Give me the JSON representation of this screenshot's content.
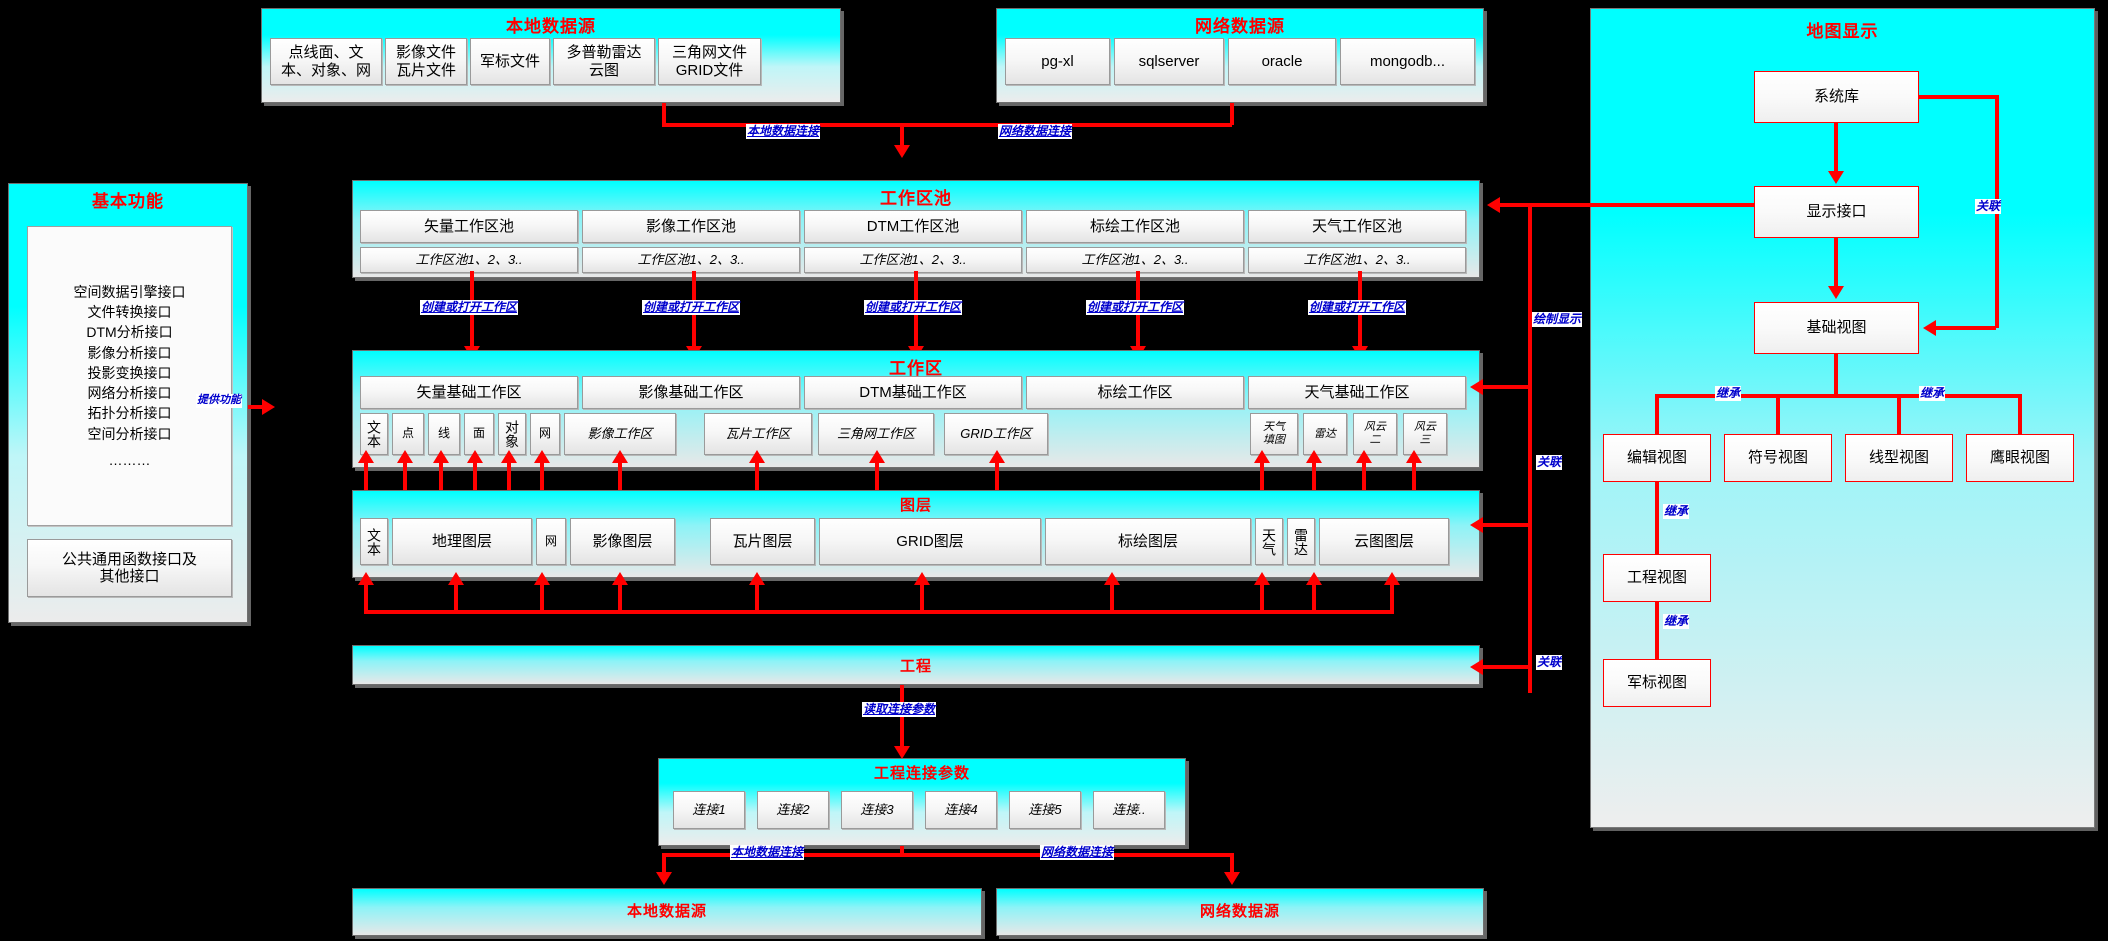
{
  "local_source_top": {
    "title": "本地数据源",
    "items": [
      "点线面、文\n本、对象、网",
      "影像文件\n瓦片文件",
      "军标文件",
      "多普勒雷达\n云图",
      "三角网文件\nGRID文件"
    ]
  },
  "net_source_top": {
    "title": "网络数据源",
    "items": [
      "pg-xl",
      "sqlserver",
      "oracle",
      "mongodb..."
    ]
  },
  "basic_functions": {
    "title": "基本功能",
    "interfaces": [
      "空间数据引擎接口",
      "文件转换接口",
      "DTM分析接口",
      "影像分析接口",
      "投影变换接口",
      "网络分析接口",
      "拓扑分析接口",
      "空间分析接口",
      "………"
    ],
    "common": "公共通用函数接口及\n其他接口"
  },
  "pool": {
    "title": "工作区池",
    "columns": [
      "矢量工作区池",
      "影像工作区池",
      "DTM工作区池",
      "标绘工作区池",
      "天气工作区池"
    ],
    "sub_label": "工作区池1、2、3.."
  },
  "workspace": {
    "title": "工作区",
    "columns": [
      "矢量基础工作区",
      "影像基础工作区",
      "DTM基础工作区",
      "标绘工作区",
      "天气基础工作区"
    ],
    "sub_items": [
      "文本",
      "点",
      "线",
      "面",
      "对象",
      "网",
      "影像工作区",
      "瓦片工作区",
      "三角网工作区",
      "GRID工作区",
      "天气\n填图",
      "雷达",
      "风云\n二",
      "风云\n三"
    ]
  },
  "layers": {
    "title": "图层",
    "items": [
      "文本",
      "地理图层",
      "网",
      "影像图层",
      "瓦片图层",
      "GRID图层",
      "标绘图层",
      "天气",
      "雷达",
      "云图图层"
    ]
  },
  "project": {
    "title": "工程"
  },
  "project_conn": {
    "title": "工程连接参数",
    "items": [
      "连接1",
      "连接2",
      "连接3",
      "连接4",
      "连接5",
      "连接.."
    ]
  },
  "local_source_bottom": {
    "title": "本地数据源"
  },
  "net_source_bottom": {
    "title": "网络数据源"
  },
  "map_display": {
    "title": "地图显示",
    "system_db": "系统库",
    "display_interface": "显示接口",
    "base_view": "基础视图",
    "views": [
      "编辑视图",
      "符号视图",
      "线型视图",
      "鹰眼视图"
    ],
    "engineering_view": "工程视图",
    "milmark_view": "军标视图"
  },
  "edge_labels": {
    "local_conn": "本地数据连接",
    "net_conn": "网络数据连接",
    "create_open_ws": "创建或打开工作区",
    "read_conn_params": "读取连接参数",
    "provide_function": "提供功能",
    "draw_display": "绘制显示",
    "relate": "关联",
    "inherit": "继承"
  },
  "colors": {
    "accent_red": "#ff0000",
    "label_blue": "#0000cc",
    "panel_cyan": "#00ffff"
  }
}
